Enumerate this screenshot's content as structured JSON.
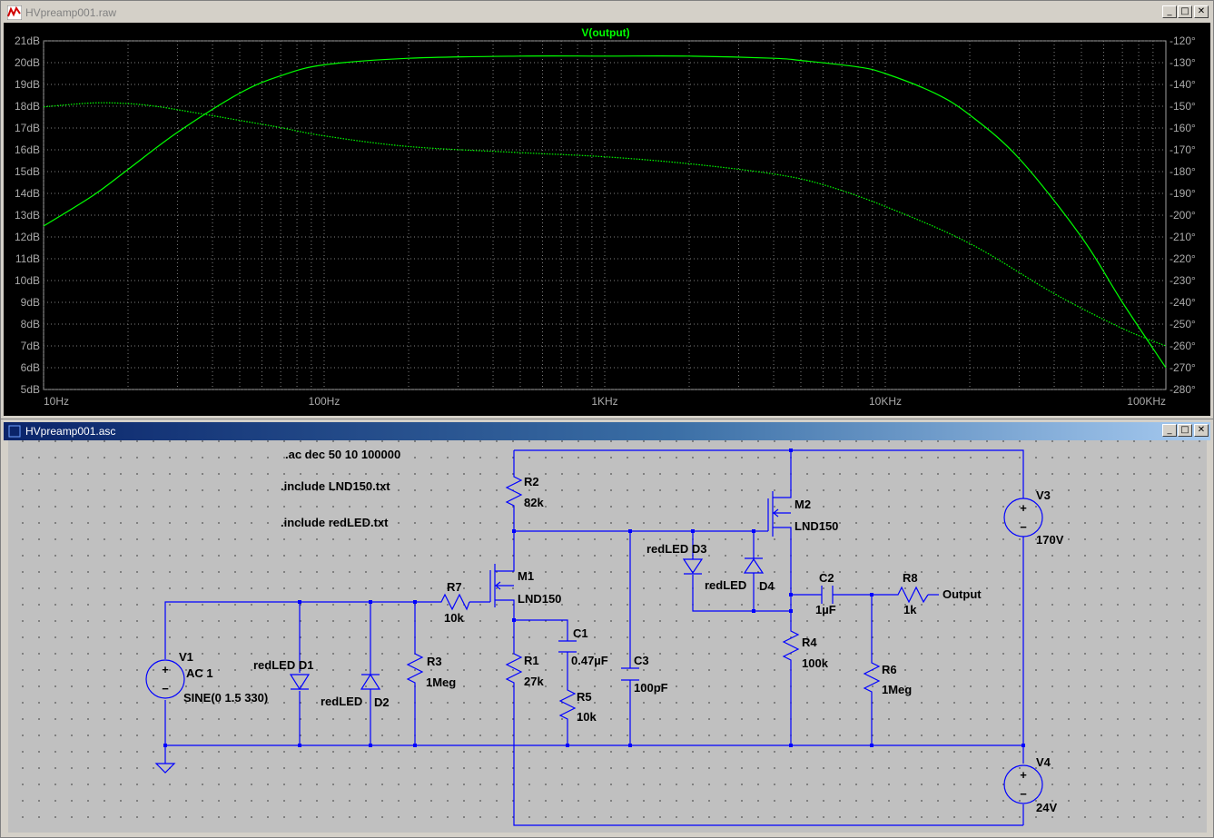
{
  "plot_window": {
    "title": "HVpreamp001.raw",
    "trace_label": "V(output)",
    "trace_color": "#00ff00",
    "background": "#000000",
    "controls": [
      "_",
      "□",
      "✕"
    ]
  },
  "chart_data": {
    "type": "line",
    "title": "V(output)",
    "x_scale": "log",
    "xlim": [
      10,
      100000
    ],
    "x_ticks": [
      "10Hz",
      "100Hz",
      "1KHz",
      "10KHz",
      "100KHz"
    ],
    "y_left_lim": [
      5,
      21
    ],
    "y_left_ticks": [
      "21dB",
      "20dB",
      "19dB",
      "18dB",
      "17dB",
      "16dB",
      "15dB",
      "14dB",
      "13dB",
      "12dB",
      "11dB",
      "10dB",
      "9dB",
      "8dB",
      "7dB",
      "6dB",
      "5dB"
    ],
    "y_right_lim": [
      -280,
      -120
    ],
    "y_right_ticks": [
      "-120°",
      "-130°",
      "-140°",
      "-150°",
      "-160°",
      "-170°",
      "-180°",
      "-190°",
      "-200°",
      "-210°",
      "-220°",
      "-230°",
      "-240°",
      "-250°",
      "-260°",
      "-270°",
      "-280°"
    ],
    "grid": true,
    "series": [
      {
        "name": "V(output)",
        "axis": "left",
        "style": "solid",
        "x": [
          10,
          15,
          20,
          30,
          50,
          70,
          100,
          200,
          500,
          1000,
          2000,
          4000,
          5000,
          8000,
          10000,
          15000,
          20000,
          30000,
          50000,
          70000,
          100000
        ],
        "values": [
          12.5,
          13.9,
          15.1,
          16.8,
          18.6,
          19.4,
          19.9,
          20.2,
          20.3,
          20.3,
          20.3,
          20.2,
          20.1,
          19.8,
          19.5,
          18.6,
          17.6,
          15.6,
          12.0,
          9.0,
          6.0
        ]
      },
      {
        "name": "phase",
        "axis": "right",
        "style": "dotted",
        "x": [
          10,
          15,
          20,
          25,
          30,
          50,
          70,
          100,
          200,
          500,
          1000,
          2000,
          4000,
          6000,
          10000,
          20000,
          40000,
          70000,
          100000
        ],
        "values": [
          -150.3,
          -148.5,
          -148.8,
          -150,
          -151.6,
          -156.5,
          -159.8,
          -163.6,
          -168.5,
          -171.3,
          -173.2,
          -176.4,
          -181.1,
          -186,
          -196,
          -213,
          -236,
          -252,
          -260
        ]
      }
    ]
  },
  "schematic_window": {
    "title": "HVpreamp001.asc",
    "controls": [
      "_",
      "□",
      "✕"
    ]
  },
  "schematic": {
    "directives": [
      ".ac dec 50 10 100000",
      ".include LND150.txt",
      ".include redLED.txt"
    ],
    "labels": {
      "R2": "R2",
      "R2_val": "82k",
      "M2": "M2",
      "M2_val": "LND150",
      "V3": "V3",
      "V3_val": "170V",
      "D3": "redLED D3",
      "D4_model": "redLED",
      "D4": "D4",
      "M1": "M1",
      "M1_val": "LND150",
      "R7": "R7",
      "R7_val": "10k",
      "C1": "C1",
      "C1_val": "0.47µF",
      "C2": "C2",
      "C2_val": "1µF",
      "R8": "R8",
      "R8_val": "1k",
      "output": "Output",
      "V1": "V1",
      "V1_ac": "AC 1",
      "V1_sine": "SINE(0 1.5 330)",
      "D1": "redLED D1",
      "D2_model": "redLED",
      "D2": "D2",
      "R3": "R3",
      "R3_val": "1Meg",
      "R1": "R1",
      "R1_val": "27k",
      "C3": "C3",
      "C3_val": "100pF",
      "R4": "R4",
      "R4_val": "100k",
      "R6": "R6",
      "R6_val": "1Meg",
      "R5": "R5",
      "R5_val": "10k",
      "V4": "V4",
      "V4_val": "24V"
    },
    "wire_color": "#0000ff",
    "background": "#c0c0c0"
  }
}
